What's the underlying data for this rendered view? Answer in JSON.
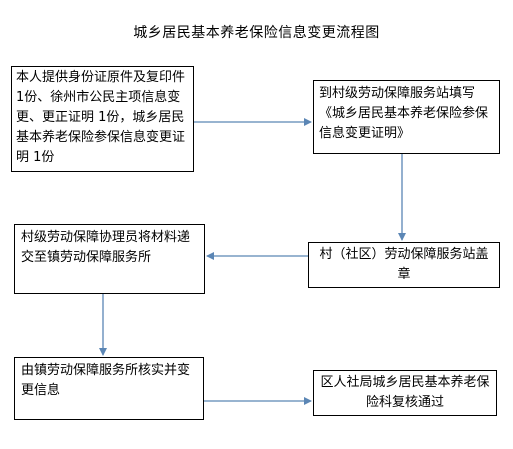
{
  "title": "城乡居民基本养老保险信息变更流程图",
  "steps": {
    "step1": "本人提供身份证原件及复印件 1份、徐州市公民主项信息变更、更正证明 1份，城乡居民基本养老保险参保信息变更证明 1份",
    "step2": "到村级劳动保障服务站填写《城乡居民基本养老保险参保信息变更证明》",
    "step3": "村级劳动保障协理员将材料递交至镇劳动保障服务所",
    "step4": "村（社区）劳动保障服务站盖章",
    "step5": "由镇劳动保障服务所核实并变更信息",
    "step6": "区人社局城乡居民基本养老保险科复核通过"
  },
  "colors": {
    "arrow": "#5b86b5",
    "border": "#000000"
  }
}
